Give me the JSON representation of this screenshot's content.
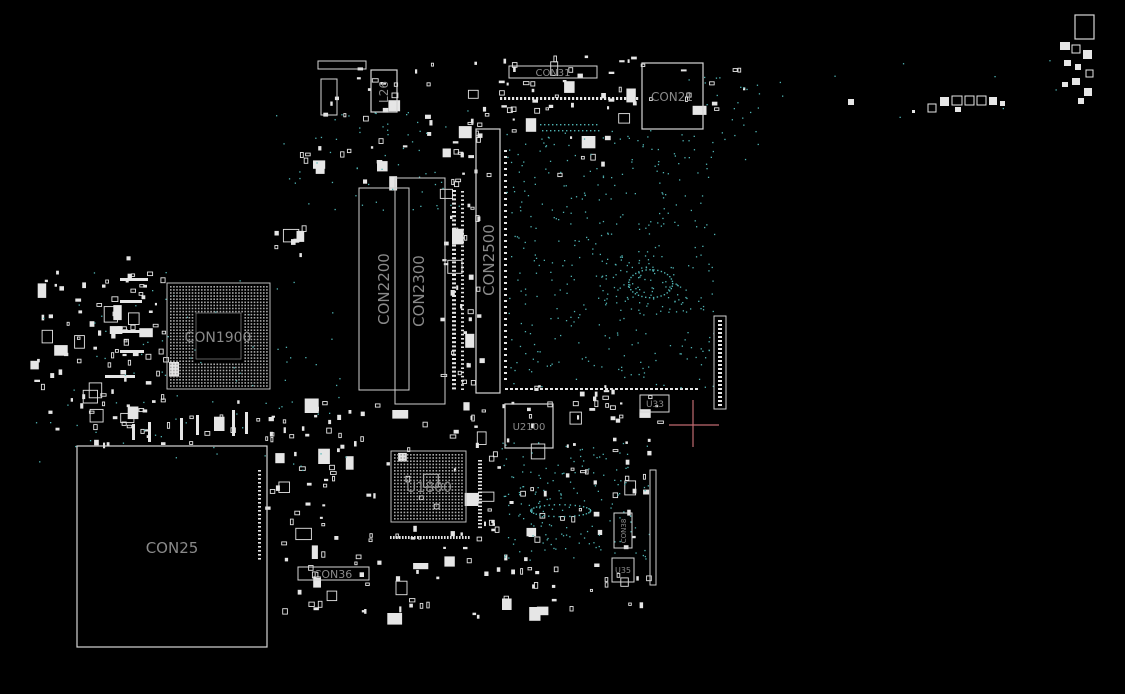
{
  "theme": {
    "background": "#000000",
    "outline": "#d6d6d6",
    "pad": "#e6e6e6",
    "via": "#4fb3b3",
    "label": "#8a8a8a",
    "cursor": "#c06a70"
  },
  "components": {
    "con1900": "CON1900",
    "con2200": "CON2200",
    "con2300": "CON2300",
    "con2500": "CON2500",
    "con21": "CON21",
    "con25": "CON25",
    "con31": "CON31",
    "con36": "CON36",
    "con38": "CON38",
    "u1800": "U1800",
    "u2100": "U2100",
    "u33": "U33",
    "u35": "U35",
    "l26": "L26"
  }
}
